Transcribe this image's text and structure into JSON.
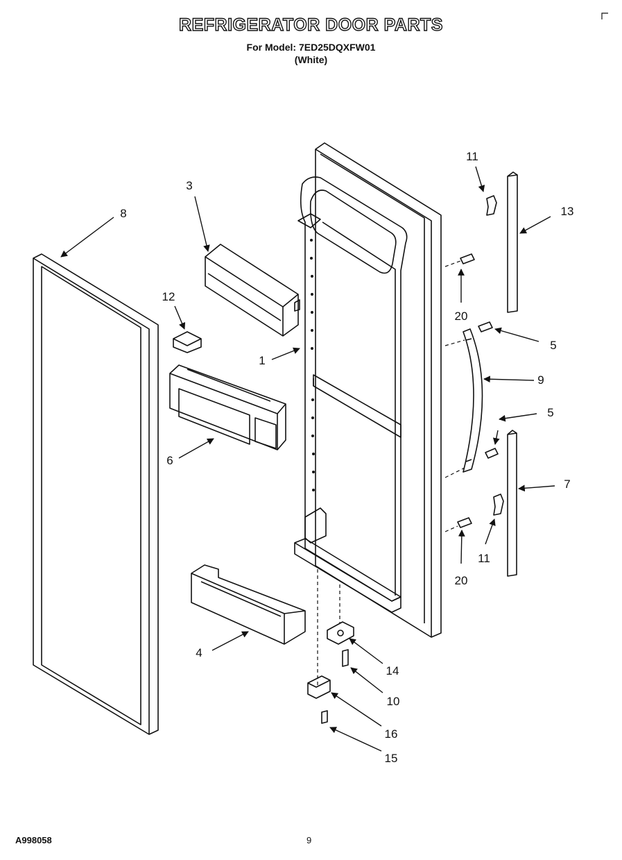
{
  "header": {
    "title": "REFRIGERATOR DOOR PARTS",
    "model_line": "For Model: 7ED25DQXFW01",
    "color_note": "(White)"
  },
  "footer": {
    "doc_number": "A998058",
    "page": "9"
  },
  "callouts": [
    {
      "id": "1",
      "label": "1"
    },
    {
      "id": "3",
      "label": "3"
    },
    {
      "id": "4",
      "label": "4"
    },
    {
      "id": "5a",
      "label": "5"
    },
    {
      "id": "5b",
      "label": "5"
    },
    {
      "id": "6",
      "label": "6"
    },
    {
      "id": "7",
      "label": "7"
    },
    {
      "id": "8",
      "label": "8"
    },
    {
      "id": "9",
      "label": "9"
    },
    {
      "id": "10",
      "label": "10"
    },
    {
      "id": "11a",
      "label": "11"
    },
    {
      "id": "11b",
      "label": "11"
    },
    {
      "id": "12",
      "label": "12"
    },
    {
      "id": "13",
      "label": "13"
    },
    {
      "id": "14",
      "label": "14"
    },
    {
      "id": "15",
      "label": "15"
    },
    {
      "id": "16",
      "label": "16"
    },
    {
      "id": "20a",
      "label": "20"
    },
    {
      "id": "20b",
      "label": "20"
    }
  ]
}
